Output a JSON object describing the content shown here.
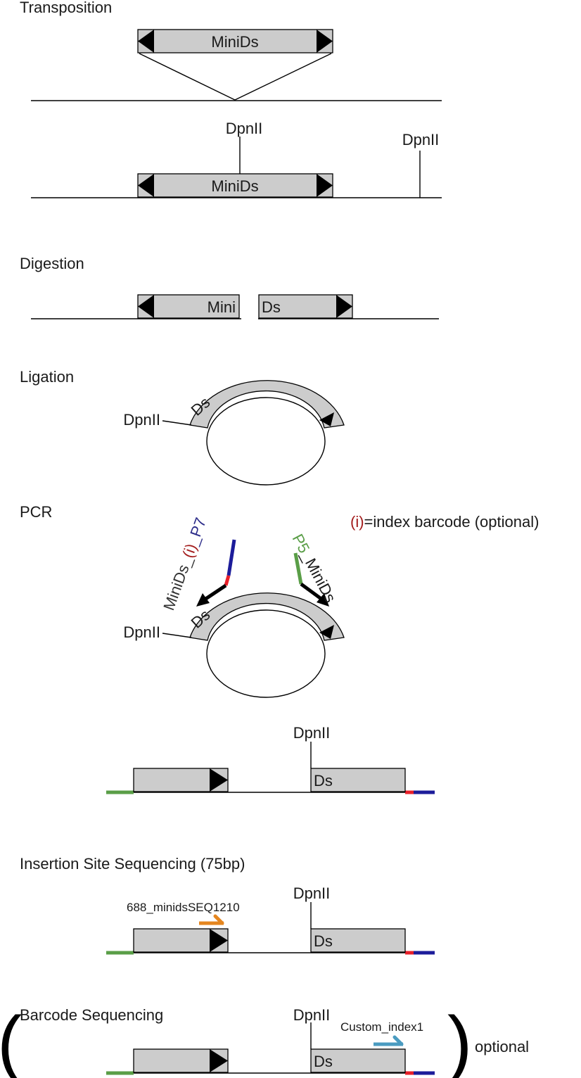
{
  "sections": {
    "transposition": "Transposition",
    "digestion": "Digestion",
    "ligation": "Ligation",
    "pcr": "PCR",
    "insertion_seq": "Insertion Site Sequencing (75bp)",
    "barcode_seq": "Barcode Sequencing"
  },
  "labels": {
    "minids": "MiniDs",
    "mini": "Mini",
    "ds": "Ds",
    "dpnii": "DpnII",
    "optional": "optional",
    "paren_open": "(",
    "paren_close": ")"
  },
  "legend": {
    "index_mark": "(i)",
    "index_text": "=index barcode (optional)"
  },
  "primers": {
    "p7_prefix": "MiniDs_",
    "p7_index": "(i)",
    "p7_suffix": "_P7",
    "p5_prefix": "P5",
    "p5_suffix": "_MiniDs",
    "seq_primer": "688_minidsSEQ1210",
    "custom_primer": "Custom_index1"
  },
  "colors": {
    "box_fill": "#cccccc",
    "p5_green": "#5a9e47",
    "p7_blue": "#1c1c9a",
    "p7_label_blue": "#2d2d8a",
    "index_red": "#e8202a",
    "index_label_red": "#a31c1c",
    "seq_orange": "#e5861f",
    "custom_teal": "#4a9bc0"
  }
}
